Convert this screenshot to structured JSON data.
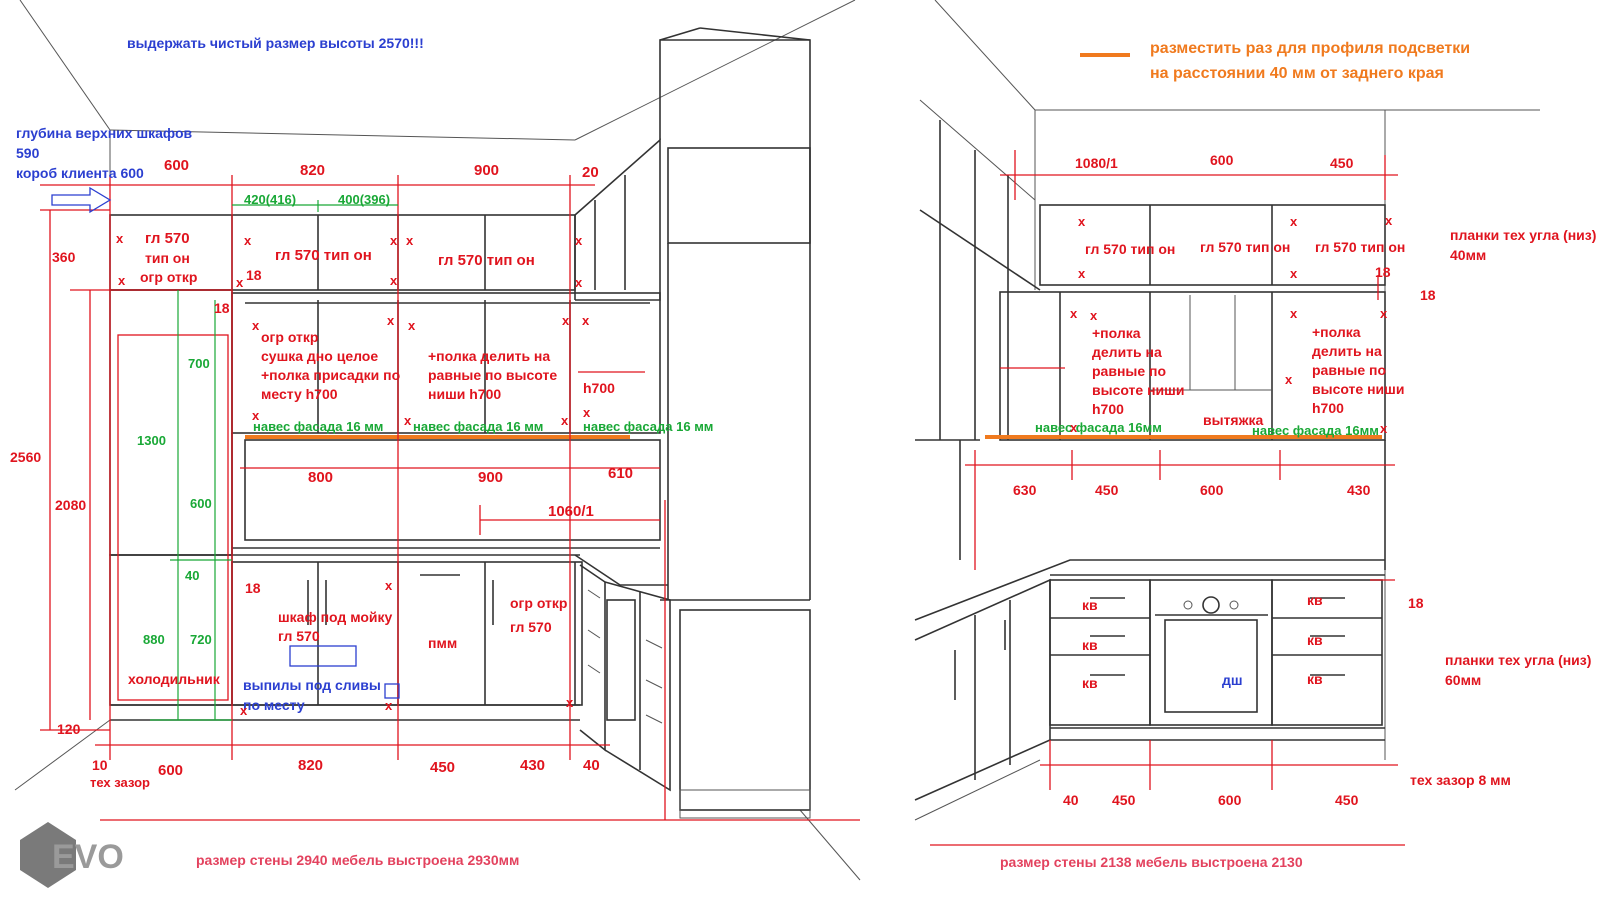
{
  "notes": {
    "height_note": "выдержать чистый размер высоты 2570!!!",
    "depth_upper_1": "глубина верхних шкафов",
    "depth_upper_2": "590",
    "box_client": "короб клиента 600",
    "profile_note_1": "разместить раз для профиля подсветки",
    "profile_note_2": "на расстоянии 40 мм от заднего края",
    "wall_left": "размер стены 2940 мебель выстроена 2930мм",
    "wall_right": "размер стены 2138  мебель выстроена 2130",
    "tech_gap": "тех зазор",
    "tech_gap_right": "тех зазор 8 мм",
    "planks_top_1": "планки тех угла (низ)",
    "planks_top_2": "40мм",
    "planks_bottom_1": "планки тех угла (низ)",
    "planks_bottom_2": "60мм",
    "drains": "выпилы под сливы",
    "drains_2": "по месту"
  },
  "left": {
    "top_dims": [
      "600",
      "820",
      "900",
      "20"
    ],
    "sub_dims": [
      "420(416)",
      "400(396)"
    ],
    "upper_labels": [
      "гл 570",
      "тип он",
      "огр откр",
      "гл 570  тип он",
      "гл 570  тип он"
    ],
    "small_18": "18",
    "mid_text_1": [
      "огр откр",
      "сушка дно   целое",
      "+полка присадки по",
      "месту h700"
    ],
    "mid_text_2": [
      "+полка делить на",
      "равные по высоте",
      "ниши h700"
    ],
    "h700": "h700",
    "naves": "навес фасада 16 мм",
    "mid_dims": [
      "800",
      "900",
      "610"
    ],
    "dim_1060": "1060/1",
    "side_dims": [
      "360",
      "2560",
      "2080",
      "1300",
      "700",
      "600",
      "40",
      "880",
      "720",
      "120",
      "10"
    ],
    "lower_labels": [
      "шкаф под мойку",
      "гл 570",
      "пмм",
      "огр откр",
      "гл 570",
      "холодильник"
    ],
    "bottom_dims": [
      "600",
      "820",
      "450",
      "430",
      "40"
    ]
  },
  "right": {
    "top_dims": [
      "1080/1",
      "600",
      "450"
    ],
    "upper_label": "гл 570 тип он",
    "mid_text": [
      "+полка",
      "делить на",
      "равные по",
      "высоте ниши",
      "h700"
    ],
    "naves": "навес фасада 16мм",
    "hood": "вытяжка",
    "mid_dims": [
      "630",
      "450",
      "600",
      "430"
    ],
    "lower_labels": [
      "кв",
      "кв",
      "кв",
      "дш",
      "кв",
      "кв",
      "кв"
    ],
    "bottom_dims": [
      "40",
      "450",
      "600",
      "450"
    ]
  },
  "logo": "EVO"
}
